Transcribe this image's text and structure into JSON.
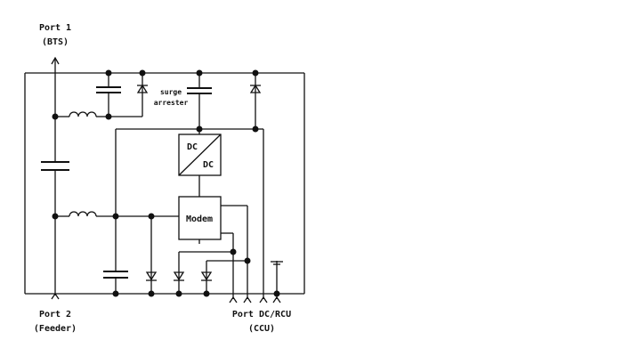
{
  "labels": {
    "port1_line1": "Port 1",
    "port1_line2": "(BTS)",
    "port2_line1": "Port 2",
    "port2_line2": "(Feeder)",
    "surge_line1": "surge",
    "surge_line2": "arrester",
    "dcdc_top": "DC",
    "dcdc_bottom": "DC",
    "modem": "Modem",
    "port_dcrcu": "Port DC/RCU",
    "ccu": "(CCU)"
  },
  "colors": {
    "line": "#111111",
    "background": "#ffffff"
  }
}
